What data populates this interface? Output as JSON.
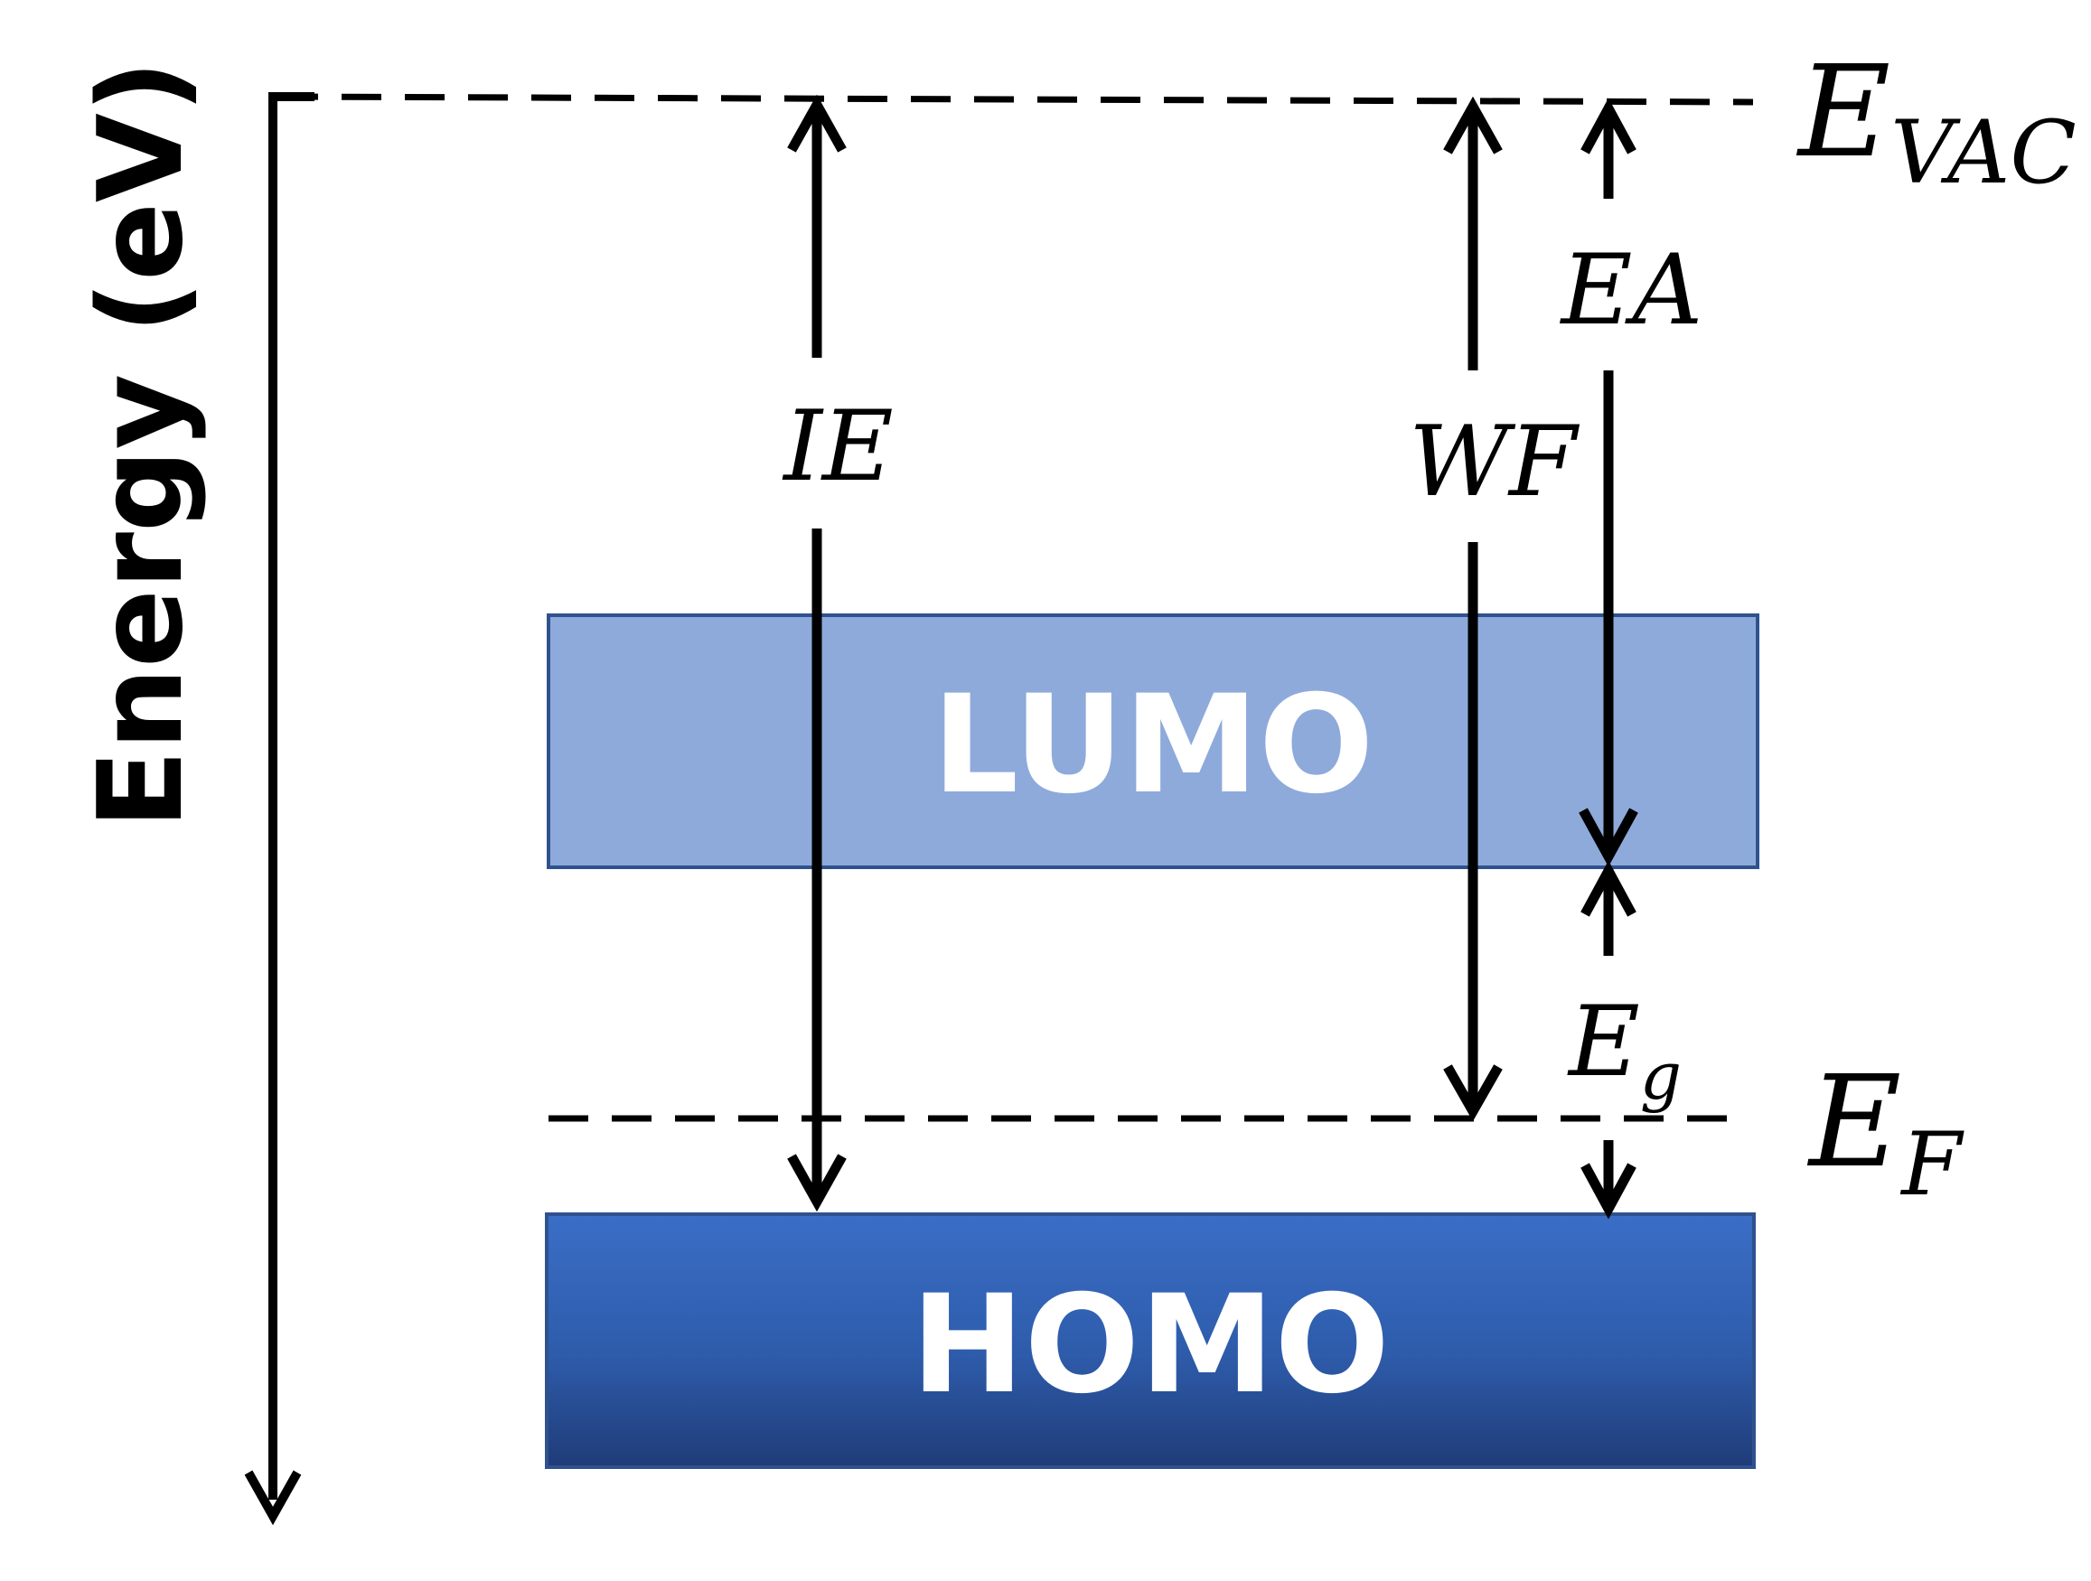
{
  "axis": {
    "label": "Energy (eV)"
  },
  "levels": {
    "vacuum": {
      "symbol": "E",
      "subscript": "VAC"
    },
    "fermi": {
      "symbol": "E",
      "subscript": "F"
    }
  },
  "bands": {
    "lumo": {
      "label": "LUMO",
      "fill": "#8eaadb",
      "stroke": "#2f528f"
    },
    "homo": {
      "label": "HOMO",
      "fill_top": "#3a6ec6",
      "fill_bottom": "#1f3c78",
      "stroke": "#2f528f"
    }
  },
  "quantities": {
    "ie": "IE",
    "wf": "WF",
    "ea": "EA",
    "eg_symbol": "E",
    "eg_subscript": "g"
  },
  "colors": {
    "line": "#000000",
    "band_text": "#ffffff"
  }
}
